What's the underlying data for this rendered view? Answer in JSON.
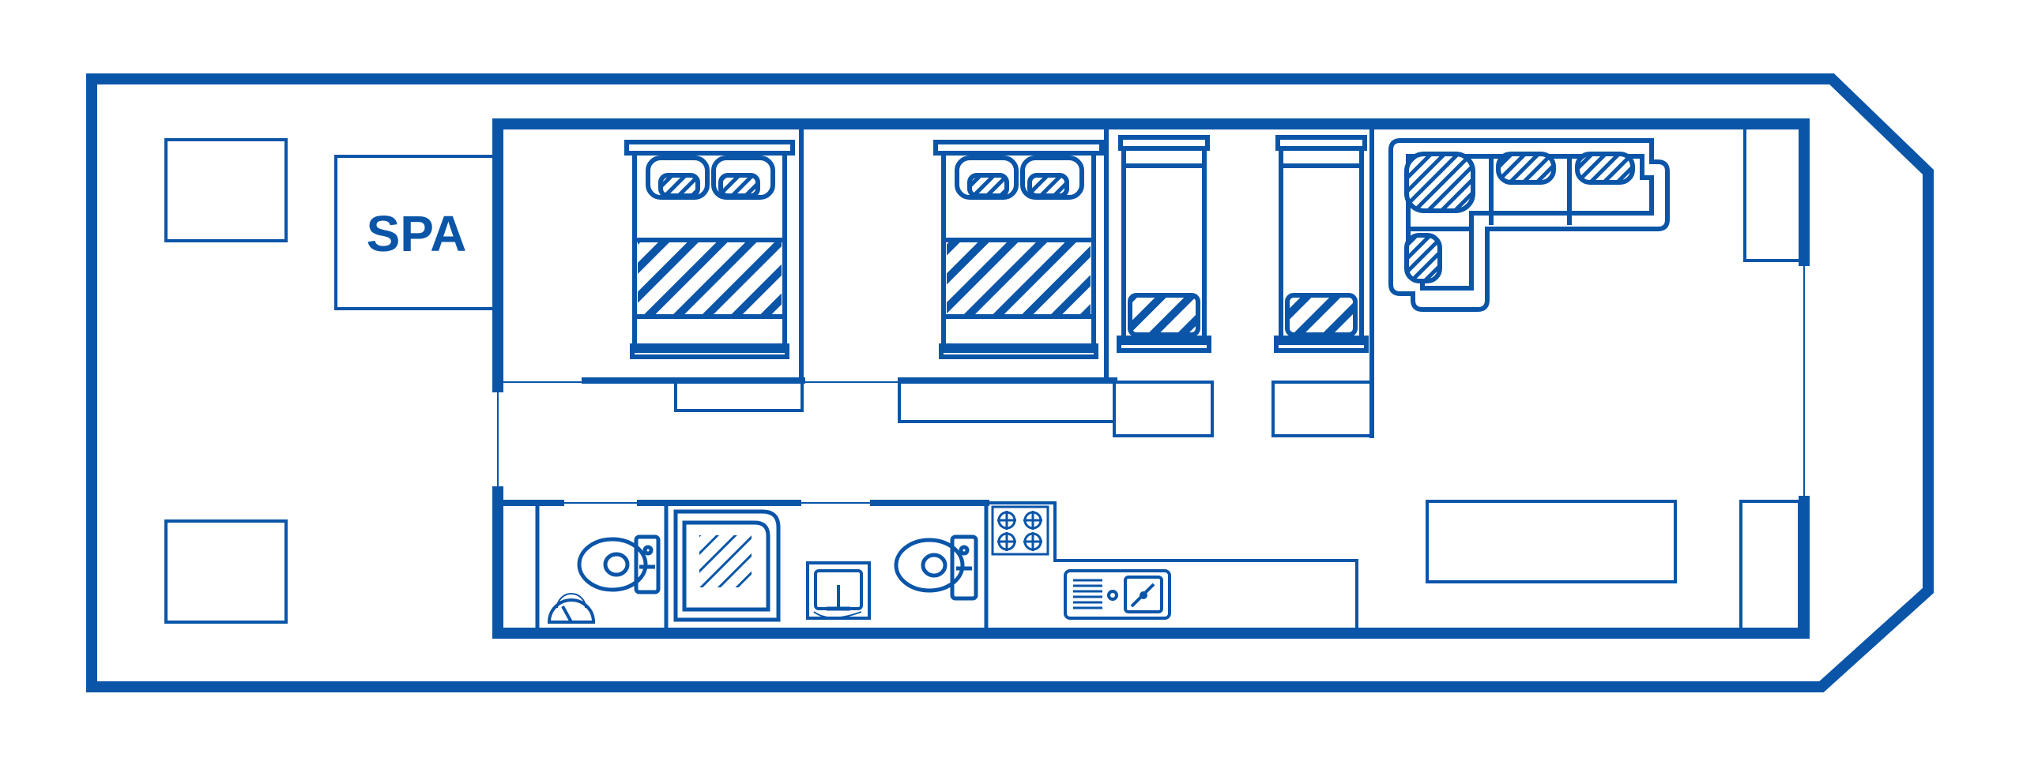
{
  "diagram": {
    "type": "floor-plan",
    "subject": "houseboat",
    "colors": {
      "line": "#0a55a8",
      "background": "#ffffff"
    },
    "labels": {
      "spa": "SPA"
    },
    "rooms": {
      "deck_rear": [
        "deck-square",
        "deck-square"
      ],
      "bedrooms": [
        "double-bed",
        "double-bed",
        "single-bed",
        "single-bed"
      ],
      "lounge": [
        "corner-sofa",
        "coffee-table"
      ],
      "bathrooms": [
        "toilet",
        "shower",
        "vanity-sink",
        "toilet"
      ],
      "kitchen": [
        "gas-cooktop",
        "double-sink",
        "kitchen-bench"
      ]
    }
  }
}
